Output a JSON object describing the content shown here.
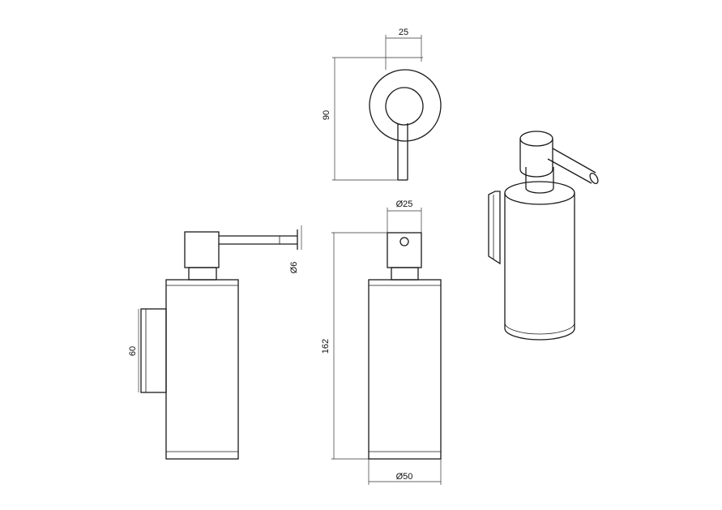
{
  "dimensions": {
    "top_width": "25",
    "top_height": "90",
    "side_stem_diameter": "Ø6",
    "bracket_height": "60",
    "front_head_diameter": "Ø25",
    "front_height": "162",
    "front_body_diameter": "Ø50"
  },
  "colors": {
    "line": "#1a1a1a",
    "background": "#ffffff"
  }
}
